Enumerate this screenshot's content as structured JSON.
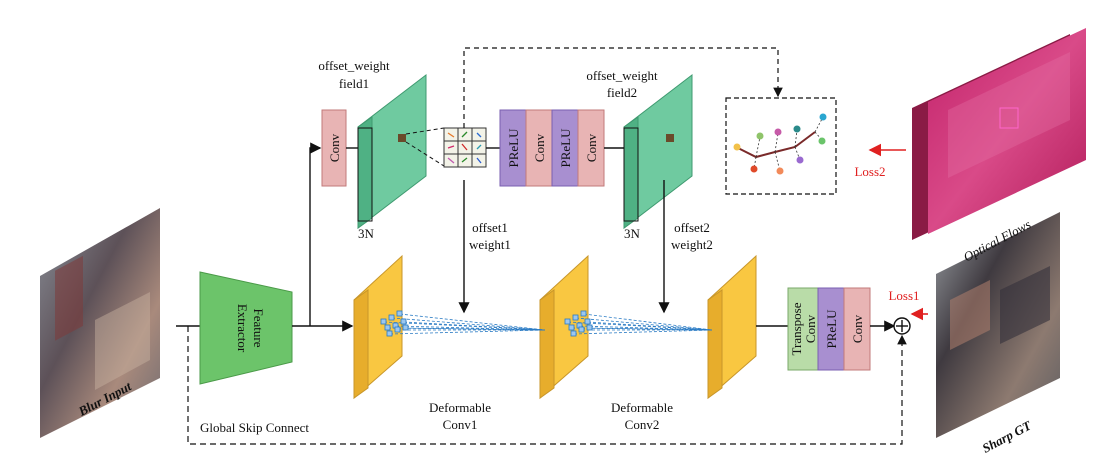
{
  "labels": {
    "offset_weight_field1": [
      "offset_weight",
      "field1"
    ],
    "offset_weight_field2": [
      "offset_weight",
      "field2"
    ],
    "conv": "Conv",
    "prelu": "PReLU",
    "n3_1": "3N",
    "n3_2": "3N",
    "offset1": [
      "offset1",
      "weight1"
    ],
    "offset2": [
      "offset2",
      "weight2"
    ],
    "feature_extractor": [
      "Feature",
      "Extractor"
    ],
    "deform1": [
      "Deformable",
      "Conv1"
    ],
    "deform2": [
      "Deformable",
      "Conv2"
    ],
    "transpose_conv": [
      "Transpose",
      "Conv"
    ],
    "blur_input": "Blur Input",
    "sharp_gt": "Sharp GT",
    "optical_flows": "Optical Flows",
    "loss1": "Loss1",
    "loss2": "Loss2",
    "global_skip": "Global Skip Connect"
  },
  "colors": {
    "conv": "#e8b4b4",
    "prelu": "#a88fd0",
    "transpose": "#b9dca8",
    "feature": "#6cc46a",
    "field": "#6fcaa0",
    "deform": "#f9c741",
    "loss": "#e02020",
    "dots": "#2a7bc4"
  }
}
